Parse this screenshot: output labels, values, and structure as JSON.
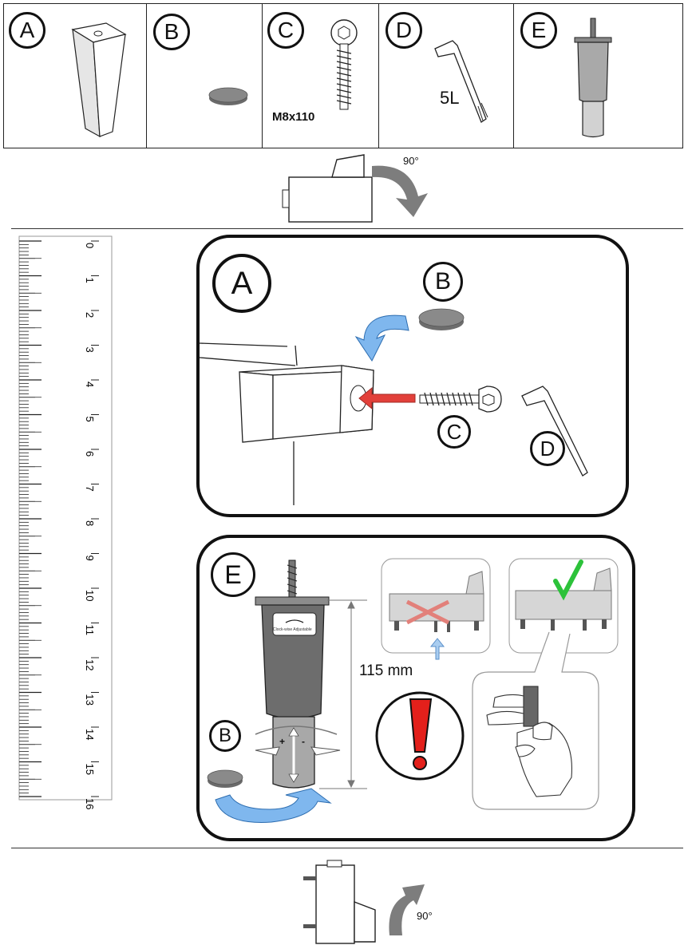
{
  "parts": [
    {
      "letter": "A",
      "caption": ""
    },
    {
      "letter": "B",
      "caption": ""
    },
    {
      "letter": "C",
      "caption": "M8x110"
    },
    {
      "letter": "D",
      "caption": "5L"
    },
    {
      "letter": "E",
      "caption": ""
    }
  ],
  "rotate_top": {
    "angle": "90°"
  },
  "rotate_bottom": {
    "angle": "90°"
  },
  "ruler": {
    "labels": [
      "0",
      "1",
      "2",
      "3",
      "4",
      "5",
      "6",
      "7",
      "8",
      "9",
      "10",
      "11",
      "12",
      "13",
      "14",
      "15",
      "16"
    ]
  },
  "step1": {
    "badge_a": "A",
    "badge_b": "B",
    "badge_c": "C",
    "badge_d": "D"
  },
  "step2": {
    "badge_e": "E",
    "badge_b": "B",
    "height": "115 mm",
    "plus": "+",
    "minus": "-",
    "leg_label": "Clock-wise Adjustable"
  },
  "colors": {
    "blue_arrow": "#7fb7ee",
    "red_arrow": "#e2403a",
    "check_green": "#2cc23a",
    "warning_red": "#e3201b"
  },
  "icons": [
    "furniture-leg-icon",
    "felt-pad-icon",
    "screw-icon",
    "allen-key-icon",
    "adjustable-leg-icon",
    "rotate-arrow-icon",
    "check-icon",
    "warning-icon"
  ]
}
